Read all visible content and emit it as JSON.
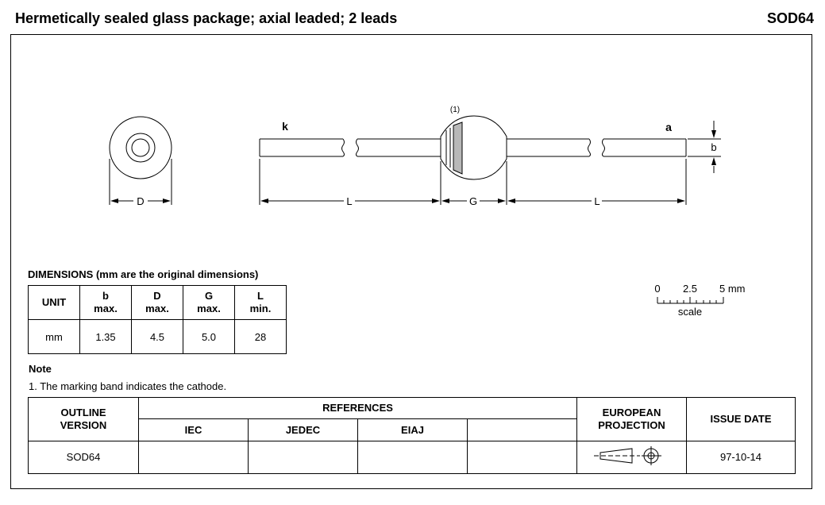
{
  "header": {
    "title": "Hermetically sealed glass package; axial leaded; 2 leads",
    "code": "SOD64"
  },
  "drawing": {
    "label_k": "k",
    "label_a": "a",
    "label_note_ref": "(1)",
    "label_b": "b",
    "label_D": "D",
    "label_L_left": "L",
    "label_G": "G",
    "label_L_right": "L"
  },
  "scale": {
    "tick_0": "0",
    "tick_mid": "2.5",
    "tick_end": "5 mm",
    "label": "scale"
  },
  "dimensions": {
    "title": "DIMENSIONS (mm are the original dimensions)",
    "headers": [
      {
        "name": "UNIT",
        "sub": ""
      },
      {
        "name": "b",
        "sub": "max."
      },
      {
        "name": "D",
        "sub": "max."
      },
      {
        "name": "G",
        "sub": "max."
      },
      {
        "name": "L",
        "sub": "min."
      }
    ],
    "row": [
      "mm",
      "1.35",
      "4.5",
      "5.0",
      "28"
    ]
  },
  "note": {
    "title": "Note",
    "text": "1. The marking band indicates the cathode."
  },
  "references": {
    "outline_version_l1": "OUTLINE",
    "outline_version_l2": "VERSION",
    "references_label": "REFERENCES",
    "iec": "IEC",
    "jedec": "JEDEC",
    "eiaj": "EIAJ",
    "projection_l1": "EUROPEAN",
    "projection_l2": "PROJECTION",
    "issue_date_label": "ISSUE DATE",
    "outline_value": "SOD64",
    "iec_value": "",
    "jedec_value": "",
    "eiaj_value": "",
    "issue_date_value": "97-10-14"
  }
}
